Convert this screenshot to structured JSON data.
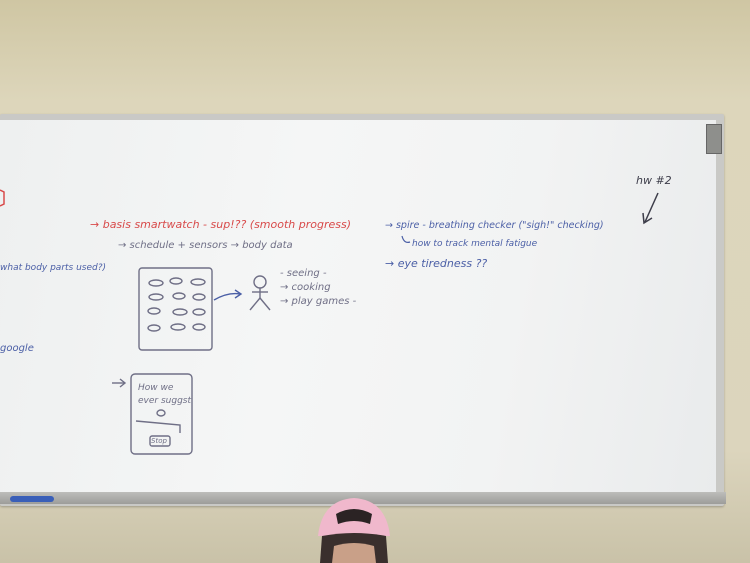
{
  "whiteboard": {
    "line_red": "→ basis smartwatch - sup!?? (smooth progress)",
    "line_sub": "→ schedule + sensors → body data",
    "left_question": "what body parts used?)",
    "left_google": "google",
    "sketch_labels": [
      "- seeing -",
      "→ cooking",
      "→ play games -"
    ],
    "right_main": "→ spire - breathing checker (\"sigh!\" checking)",
    "right_sub": "how to track mental fatigue",
    "eye_line": "→ eye tiredness ??",
    "note_hw": "hw #2",
    "phone_text_1": "How we",
    "phone_text_2": "ever suggst",
    "phone_button": "Stop"
  },
  "colors": {
    "red_marker": "#d84a4a",
    "blue_marker": "#4b5fa6",
    "cap": "#f0b8cc"
  }
}
